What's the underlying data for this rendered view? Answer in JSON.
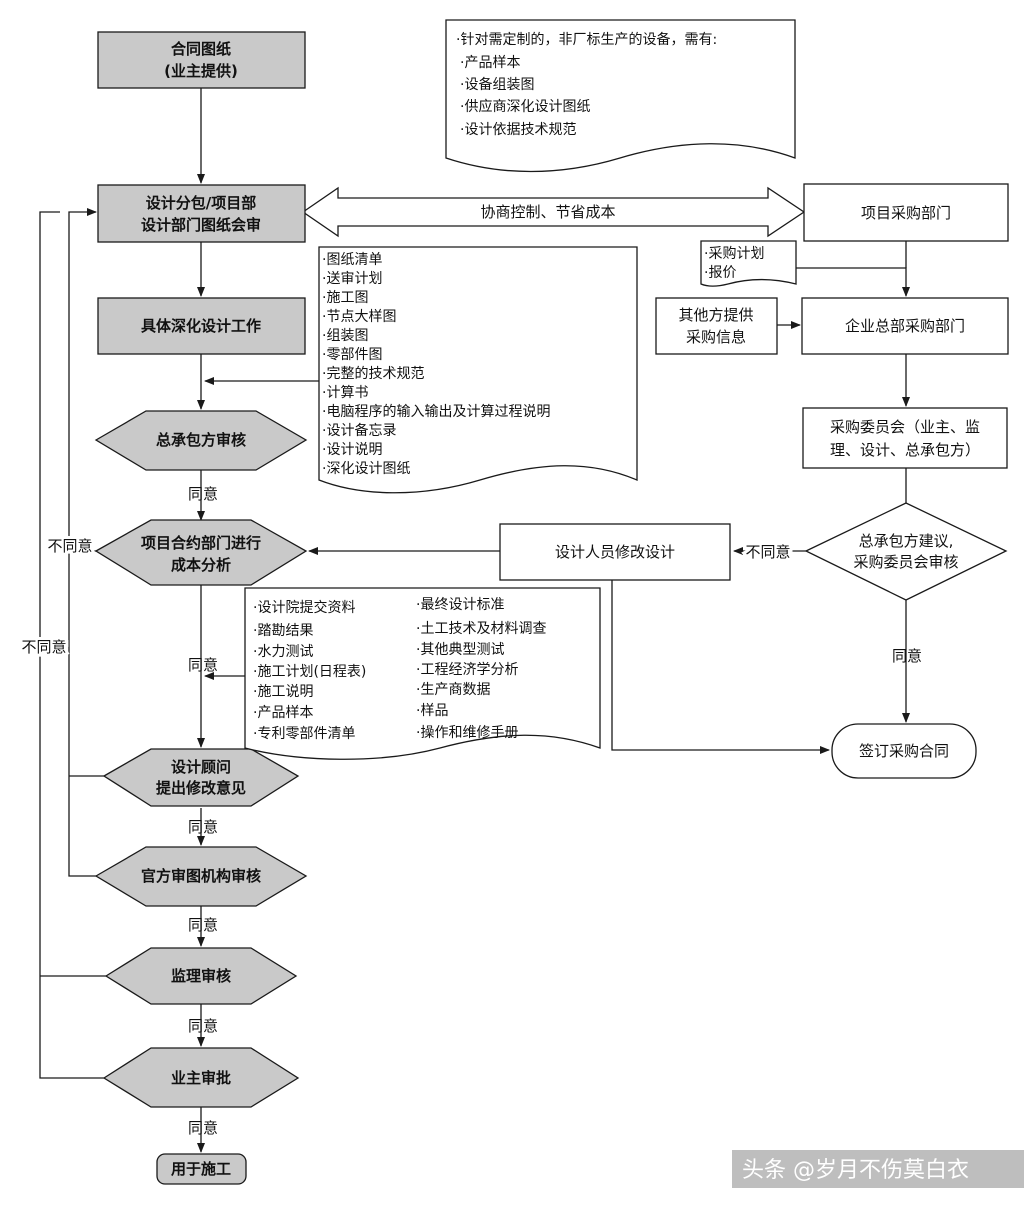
{
  "boxes": {
    "contract_drawings": [
      "合同图纸",
      "(业主提供)"
    ],
    "design_subcontract": [
      "设计分包/项目部",
      "设计部门图纸会审"
    ],
    "detailed_design": "具体深化设计工作",
    "project_procurement": "项目采购部门",
    "hq_procurement": "企业总部采购部门",
    "other_parties": [
      "其他方提供",
      "采购信息"
    ],
    "procurement_committee": [
      "采购委员会（业主、监",
      "理、设计、总承包方）"
    ],
    "designer_modify": "设计人员修改设计",
    "sign_contract": "签订采购合同",
    "for_construction": "用于施工"
  },
  "diamonds": {
    "gc_review": "总承包方审核",
    "cost_analysis": [
      "项目合约部门进行",
      "成本分析"
    ],
    "consultant": [
      "设计顾问",
      "提出修改意见"
    ],
    "official_review": "官方审图机构审核",
    "supervision": "监理审核",
    "owner_approval": "业主审批",
    "gc_suggest": [
      "总承包方建议,",
      "采购委员会审核"
    ]
  },
  "notes": {
    "custom_equipment": [
      "·针对需定制的，非厂标生产的设备，需有:",
      "·产品样本",
      "·设备组装图",
      "·供应商深化设计图纸",
      "·设计依据技术规范"
    ],
    "procurement_plan": [
      "·采购计划",
      "·报价"
    ],
    "drawing_list": [
      "·图纸清单",
      "·送审计划",
      "·施工图",
      "·节点大样图",
      "·组装图",
      "·零部件图",
      "·完整的技术规范",
      "·计算书",
      "·电脑程序的输入输出及计算过程说明",
      "·设计备忘录",
      "·设计说明",
      "·深化设计图纸"
    ],
    "submittals_left": [
      "·设计院提交资料",
      "·踏勘结果",
      "·水力测试",
      "·施工计划(日程表)",
      "·施工说明",
      "·产品样本",
      "·专利零部件清单"
    ],
    "submittals_right": [
      "·最终设计标准",
      "·土工技术及材料调查",
      "·其他典型测试",
      "·工程经济学分析",
      "·生产商数据",
      "·样品",
      "·操作和维修手册"
    ]
  },
  "arrow_label": "协商控制、节省成本",
  "labels": {
    "agree": "同意",
    "disagree": "不同意"
  },
  "watermark": "头条 @岁月不伤莫白衣",
  "colors": {
    "shaded": "#c9c9c9",
    "line": "#1a1a1a",
    "watermark_bg": "#888888"
  }
}
